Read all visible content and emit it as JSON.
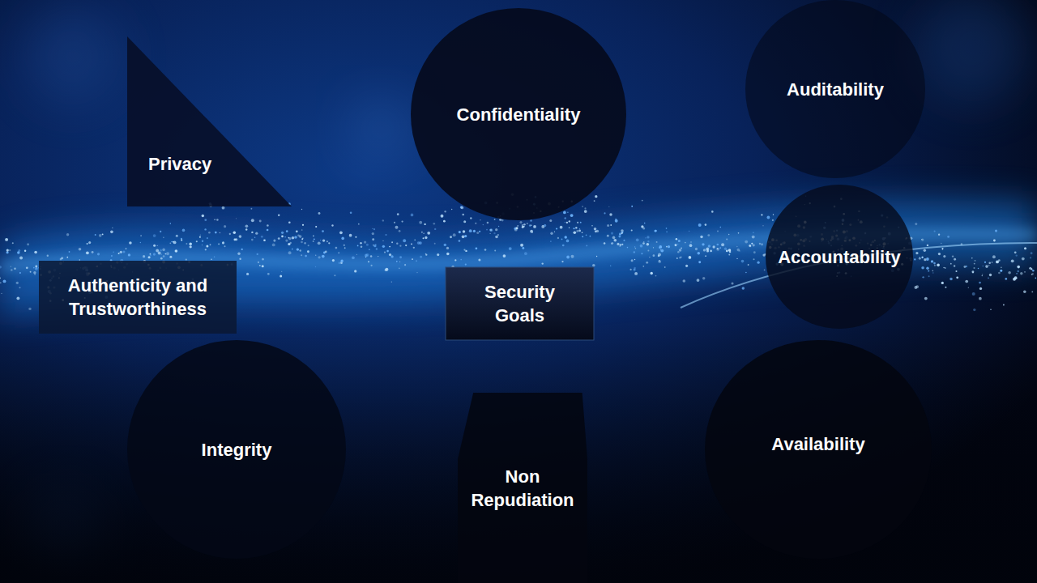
{
  "diagram": {
    "nodes": [
      {
        "text": [
          "Privacy"
        ]
      },
      {
        "text": [
          "Confidentiality"
        ]
      },
      {
        "text": [
          "Auditability"
        ]
      },
      {
        "text": [
          "Accountability"
        ]
      },
      {
        "text": [
          "Authenticity and Trustworthiness"
        ]
      },
      {
        "text": [
          "Security Goals"
        ]
      },
      {
        "text": [
          "Integrity"
        ]
      },
      {
        "text": [
          "Non Repudiation"
        ]
      },
      {
        "text": [
          "Availability"
        ]
      }
    ]
  }
}
